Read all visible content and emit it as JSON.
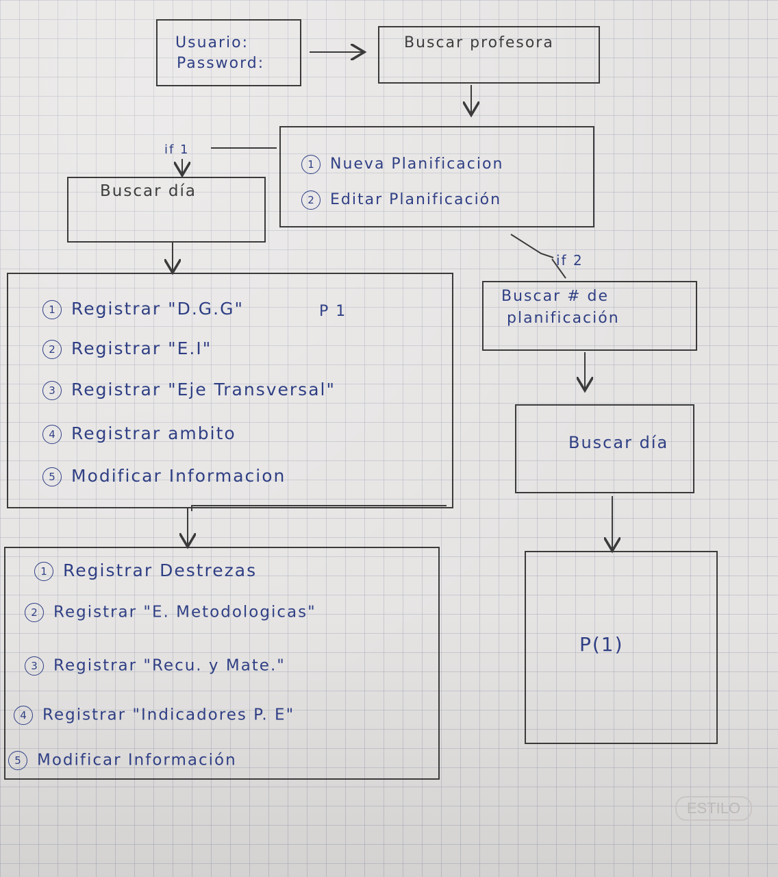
{
  "login": {
    "usuario": "Usuario:",
    "password": "Password:"
  },
  "search_teacher": "Buscar profesora",
  "menu": {
    "n1": "1",
    "new_plan": "Nueva Planificacion",
    "n2": "2",
    "edit_plan": "Editar Planificación"
  },
  "if_one": "if 1",
  "if_two": "if 2",
  "search_day_left": "Buscar día",
  "register_menu": {
    "note": "P 1",
    "items": [
      {
        "n": "1",
        "label": "Registrar \"D.G.G\""
      },
      {
        "n": "2",
        "label": "Registrar \"E.I\""
      },
      {
        "n": "3",
        "label": "Registrar \"Eje Transversal\""
      },
      {
        "n": "4",
        "label": "Registrar ambito"
      },
      {
        "n": "5",
        "label": "Modificar Informacion"
      }
    ]
  },
  "register_menu_2": {
    "items": [
      {
        "n": "1",
        "label": "Registrar Destrezas"
      },
      {
        "n": "2",
        "label": "Registrar \"E. Metodologicas\""
      },
      {
        "n": "3",
        "label": "Registrar \"Recu. y Mate.\""
      },
      {
        "n": "4",
        "label": "Registrar \"Indicadores P. E\""
      },
      {
        "n": "5",
        "label": "Modificar Información"
      }
    ]
  },
  "search_plan": {
    "line1": "Buscar # de",
    "line2": "planificación"
  },
  "search_day_right": "Buscar día",
  "p_box": "P(1)",
  "stamp": "ESTILO",
  "colors": {
    "ink_blue": "#2f3f84",
    "ink_gray": "#3d3d3d",
    "grid": "#8c96aa"
  }
}
